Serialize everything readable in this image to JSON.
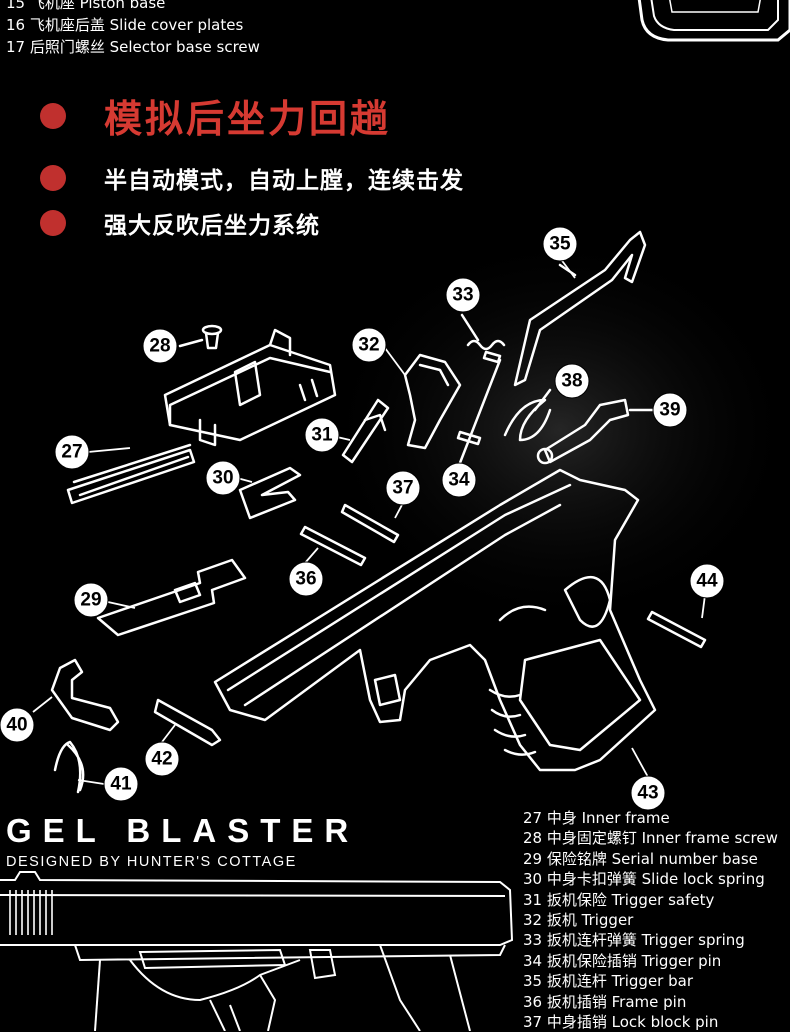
{
  "parts_top": [
    {
      "label": "15 飞机座 Piston base"
    },
    {
      "label": "16 飞机座后盖 Slide cover plates"
    },
    {
      "label": "17 后照门螺丝 Selector base screw"
    }
  ],
  "headline": "模拟后坐力回趟",
  "features": [
    "半自动模式，自动上膛，连续击发",
    "强大反吹后坐力系统"
  ],
  "callouts": {
    "c27": "27",
    "c28": "28",
    "c29": "29",
    "c30": "30",
    "c31": "31",
    "c32": "32",
    "c33": "33",
    "c34": "34",
    "c35": "35",
    "c36": "36",
    "c37": "37",
    "c38": "38",
    "c39": "39",
    "c40": "40",
    "c41": "41",
    "c42": "42",
    "c43": "43",
    "c44": "44"
  },
  "brand": {
    "title": "GEL BLASTER",
    "subtitle": "DESIGNED BY HUNTER'S COTTAGE"
  },
  "parts_bottom": [
    {
      "label": "27 中身 Inner frame"
    },
    {
      "label": "28 中身固定螺钉 Inner frame screw"
    },
    {
      "label": "29 保险铭牌 Serial number base"
    },
    {
      "label": "30 中身卡扣弹簧 Slide lock spring"
    },
    {
      "label": "31 扳机保险 Trigger safety"
    },
    {
      "label": "32 扳机 Trigger"
    },
    {
      "label": "33 扳机连杆弹簧 Trigger spring"
    },
    {
      "label": "34 扳机保险插销 Trigger pin"
    },
    {
      "label": "35 扳机连杆 Trigger bar"
    },
    {
      "label": "36 扳机插销 Frame pin"
    },
    {
      "label": "37 中身插销 Lock block pin"
    }
  ],
  "colors": {
    "accent": "#c0302e",
    "background": "#000000",
    "text": "#ffffff"
  }
}
